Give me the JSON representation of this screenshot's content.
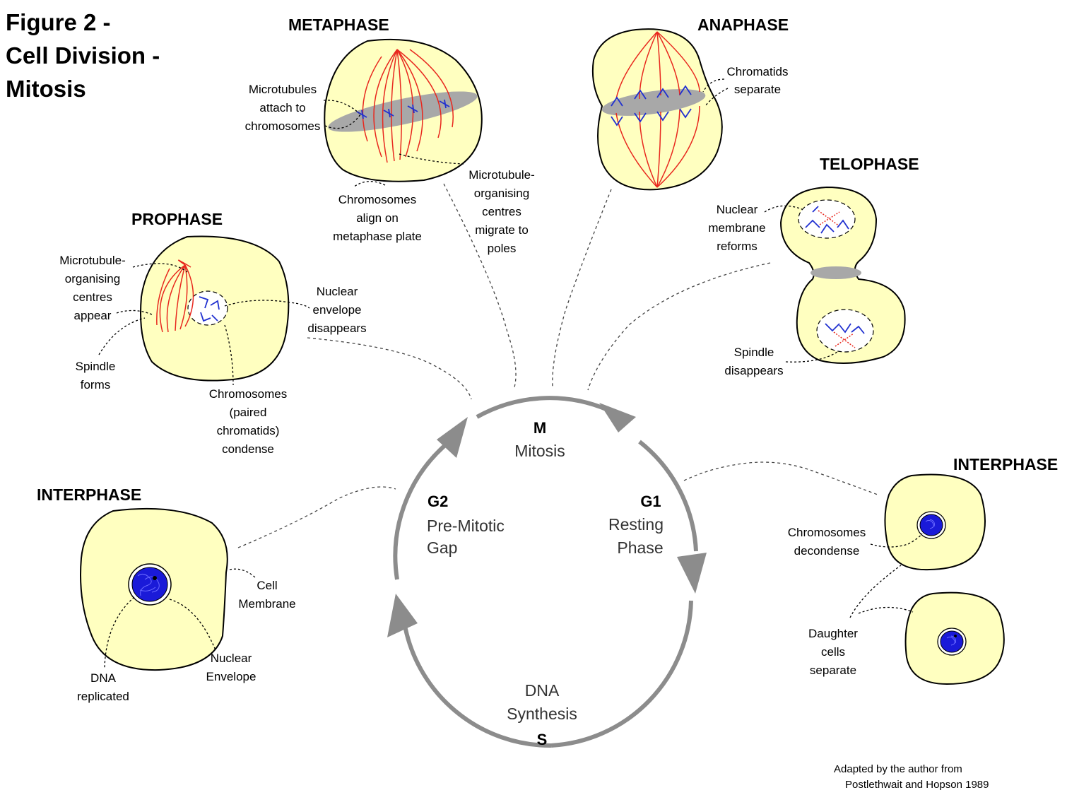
{
  "title": {
    "line1": "Figure 2 -",
    "line2": "Cell Division -",
    "line3": "Mitosis"
  },
  "credit": {
    "line1": "Adapted by the author from",
    "line2": "Postlethwait and Hopson 1989"
  },
  "cycle": {
    "m": {
      "code": "M",
      "name": "Mitosis"
    },
    "g1": {
      "code": "G1",
      "line1": "Resting",
      "line2": "Phase"
    },
    "s": {
      "code": "S",
      "line1": "DNA",
      "line2": "Synthesis"
    },
    "g2": {
      "code": "G2",
      "line1": "Pre-Mitotic",
      "line2": "Gap"
    }
  },
  "stages": {
    "metaphase": {
      "title": "METAPHASE",
      "microtubules": [
        "Microtubules",
        "attach to",
        "chromosomes"
      ],
      "align": [
        "Chromosomes",
        "align on",
        "metaphase plate"
      ],
      "mtoc": [
        "Microtubule-",
        "organising",
        "centres",
        "migrate to",
        "poles"
      ]
    },
    "anaphase": {
      "title": "ANAPHASE",
      "chromatids": [
        "Chromatids",
        "separate"
      ]
    },
    "telophase": {
      "title": "TELOPHASE",
      "membrane": [
        "Nuclear",
        "membrane",
        "reforms"
      ],
      "spindle": [
        "Spindle",
        "disappears"
      ]
    },
    "prophase": {
      "title": "PROPHASE",
      "mtoc": [
        "Microtubule-",
        "organising",
        "centres",
        "appear"
      ],
      "spindle": [
        "Spindle",
        "forms"
      ],
      "envelope": [
        "Nuclear",
        "envelope",
        "disappears"
      ],
      "chromosomes": [
        "Chromosomes",
        "(paired",
        "chromatids)",
        "condense"
      ]
    },
    "interphase_left": {
      "title": "INTERPHASE",
      "membrane": [
        "Cell",
        "Membrane"
      ],
      "envelope": [
        "Nuclear",
        "Envelope"
      ],
      "dna": [
        "DNA",
        "replicated"
      ]
    },
    "interphase_right": {
      "title": "INTERPHASE",
      "decondense": [
        "Chromosomes",
        "decondense"
      ],
      "daughter": [
        "Daughter",
        "cells",
        "separate"
      ]
    }
  },
  "colors": {
    "cell": "#ffffc0",
    "outline": "#000000",
    "cycle": "#8c8c8c",
    "spindle": "#e8281e",
    "chromosome": "#2030d0",
    "plate": "#a8a8a8",
    "nucleus": "#1a1ad8"
  }
}
